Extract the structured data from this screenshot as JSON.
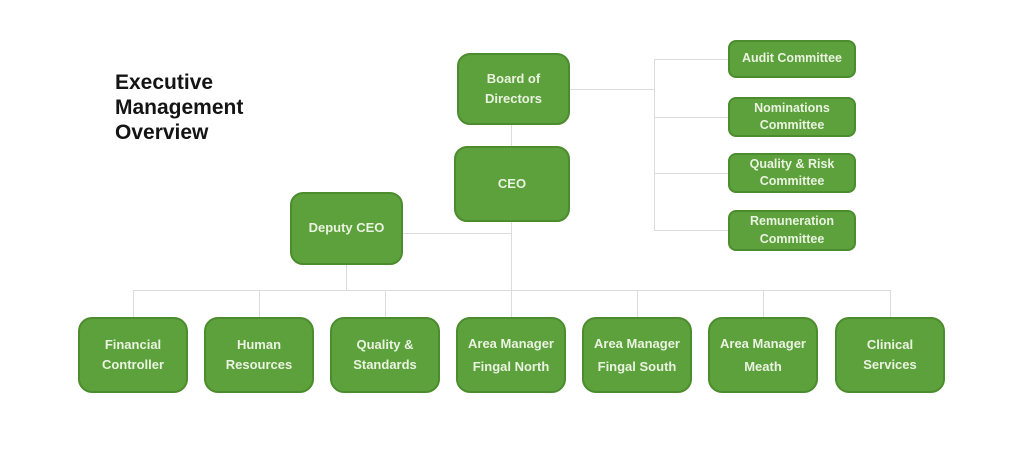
{
  "title": "Executive\nManagement\nOverview",
  "colors": {
    "background": "#ffffff",
    "box_fill": "#5ca13c",
    "box_border": "#4c8c2e",
    "box_text": "#eaf2e0",
    "connector_line": "#dcdcdc",
    "title_text": "#141414"
  },
  "org_chart": {
    "top": {
      "board": "Board of\nDirectors",
      "ceo": "CEO",
      "deputy_ceo": "Deputy CEO"
    },
    "committees": [
      "Audit Committee",
      "Nominations\nCommittee",
      "Quality & Risk\nCommittee",
      "Remuneration\nCommittee"
    ],
    "direct_reports": [
      "Financial\nController",
      "Human\nResources",
      "Quality &\nStandards",
      "Area Manager\nFingal North",
      "Area Manager\nFingal South",
      "Area Manager\nMeath",
      "Clinical\nServices"
    ]
  }
}
